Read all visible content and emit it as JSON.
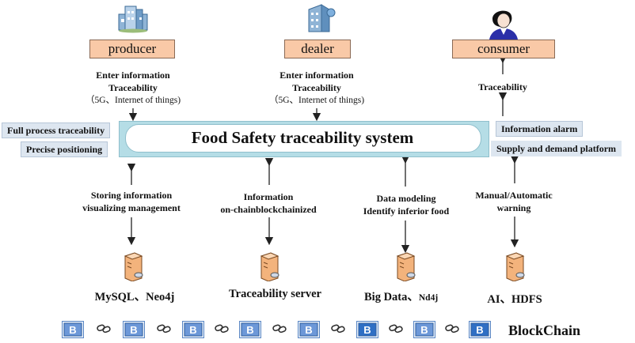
{
  "system": {
    "title": "Food Safety traceability system"
  },
  "roles": {
    "producer": "producer",
    "dealer": "dealer",
    "consumer": "consumer"
  },
  "top_notes": {
    "producer": [
      "Enter information",
      "Traceability",
      "（5G、Internet of things)"
    ],
    "dealer": [
      "Enter information",
      "Traceability",
      "（5G、Internet of things)"
    ],
    "consumer": [
      "Traceability"
    ]
  },
  "left_tags": [
    "Full process traceability",
    "Precise positioning"
  ],
  "right_tags": [
    "Information alarm",
    "Supply and demand platform"
  ],
  "bottom_notes": {
    "storage": [
      "Storing information",
      "visualizing management"
    ],
    "chain": [
      "Information",
      "on-chainblockchainized"
    ],
    "bigdata": [
      "Data modeling",
      "Identify inferior food"
    ],
    "warning": [
      "Manual/Automatic",
      "warning"
    ]
  },
  "servers": {
    "storage_main": "MySQL、Neo4j",
    "trace": "Traceability server",
    "bigdata_main": "Big Data、",
    "bigdata_small": "Nd4j",
    "ai": "AI、HDFS"
  },
  "blockchain": {
    "block_letter": "B",
    "label": "BlockChain"
  },
  "icons": [
    "factory-building-icon",
    "office-building-icon",
    "person-icon",
    "server-icon",
    "chain-link-icon",
    "block-icon"
  ]
}
